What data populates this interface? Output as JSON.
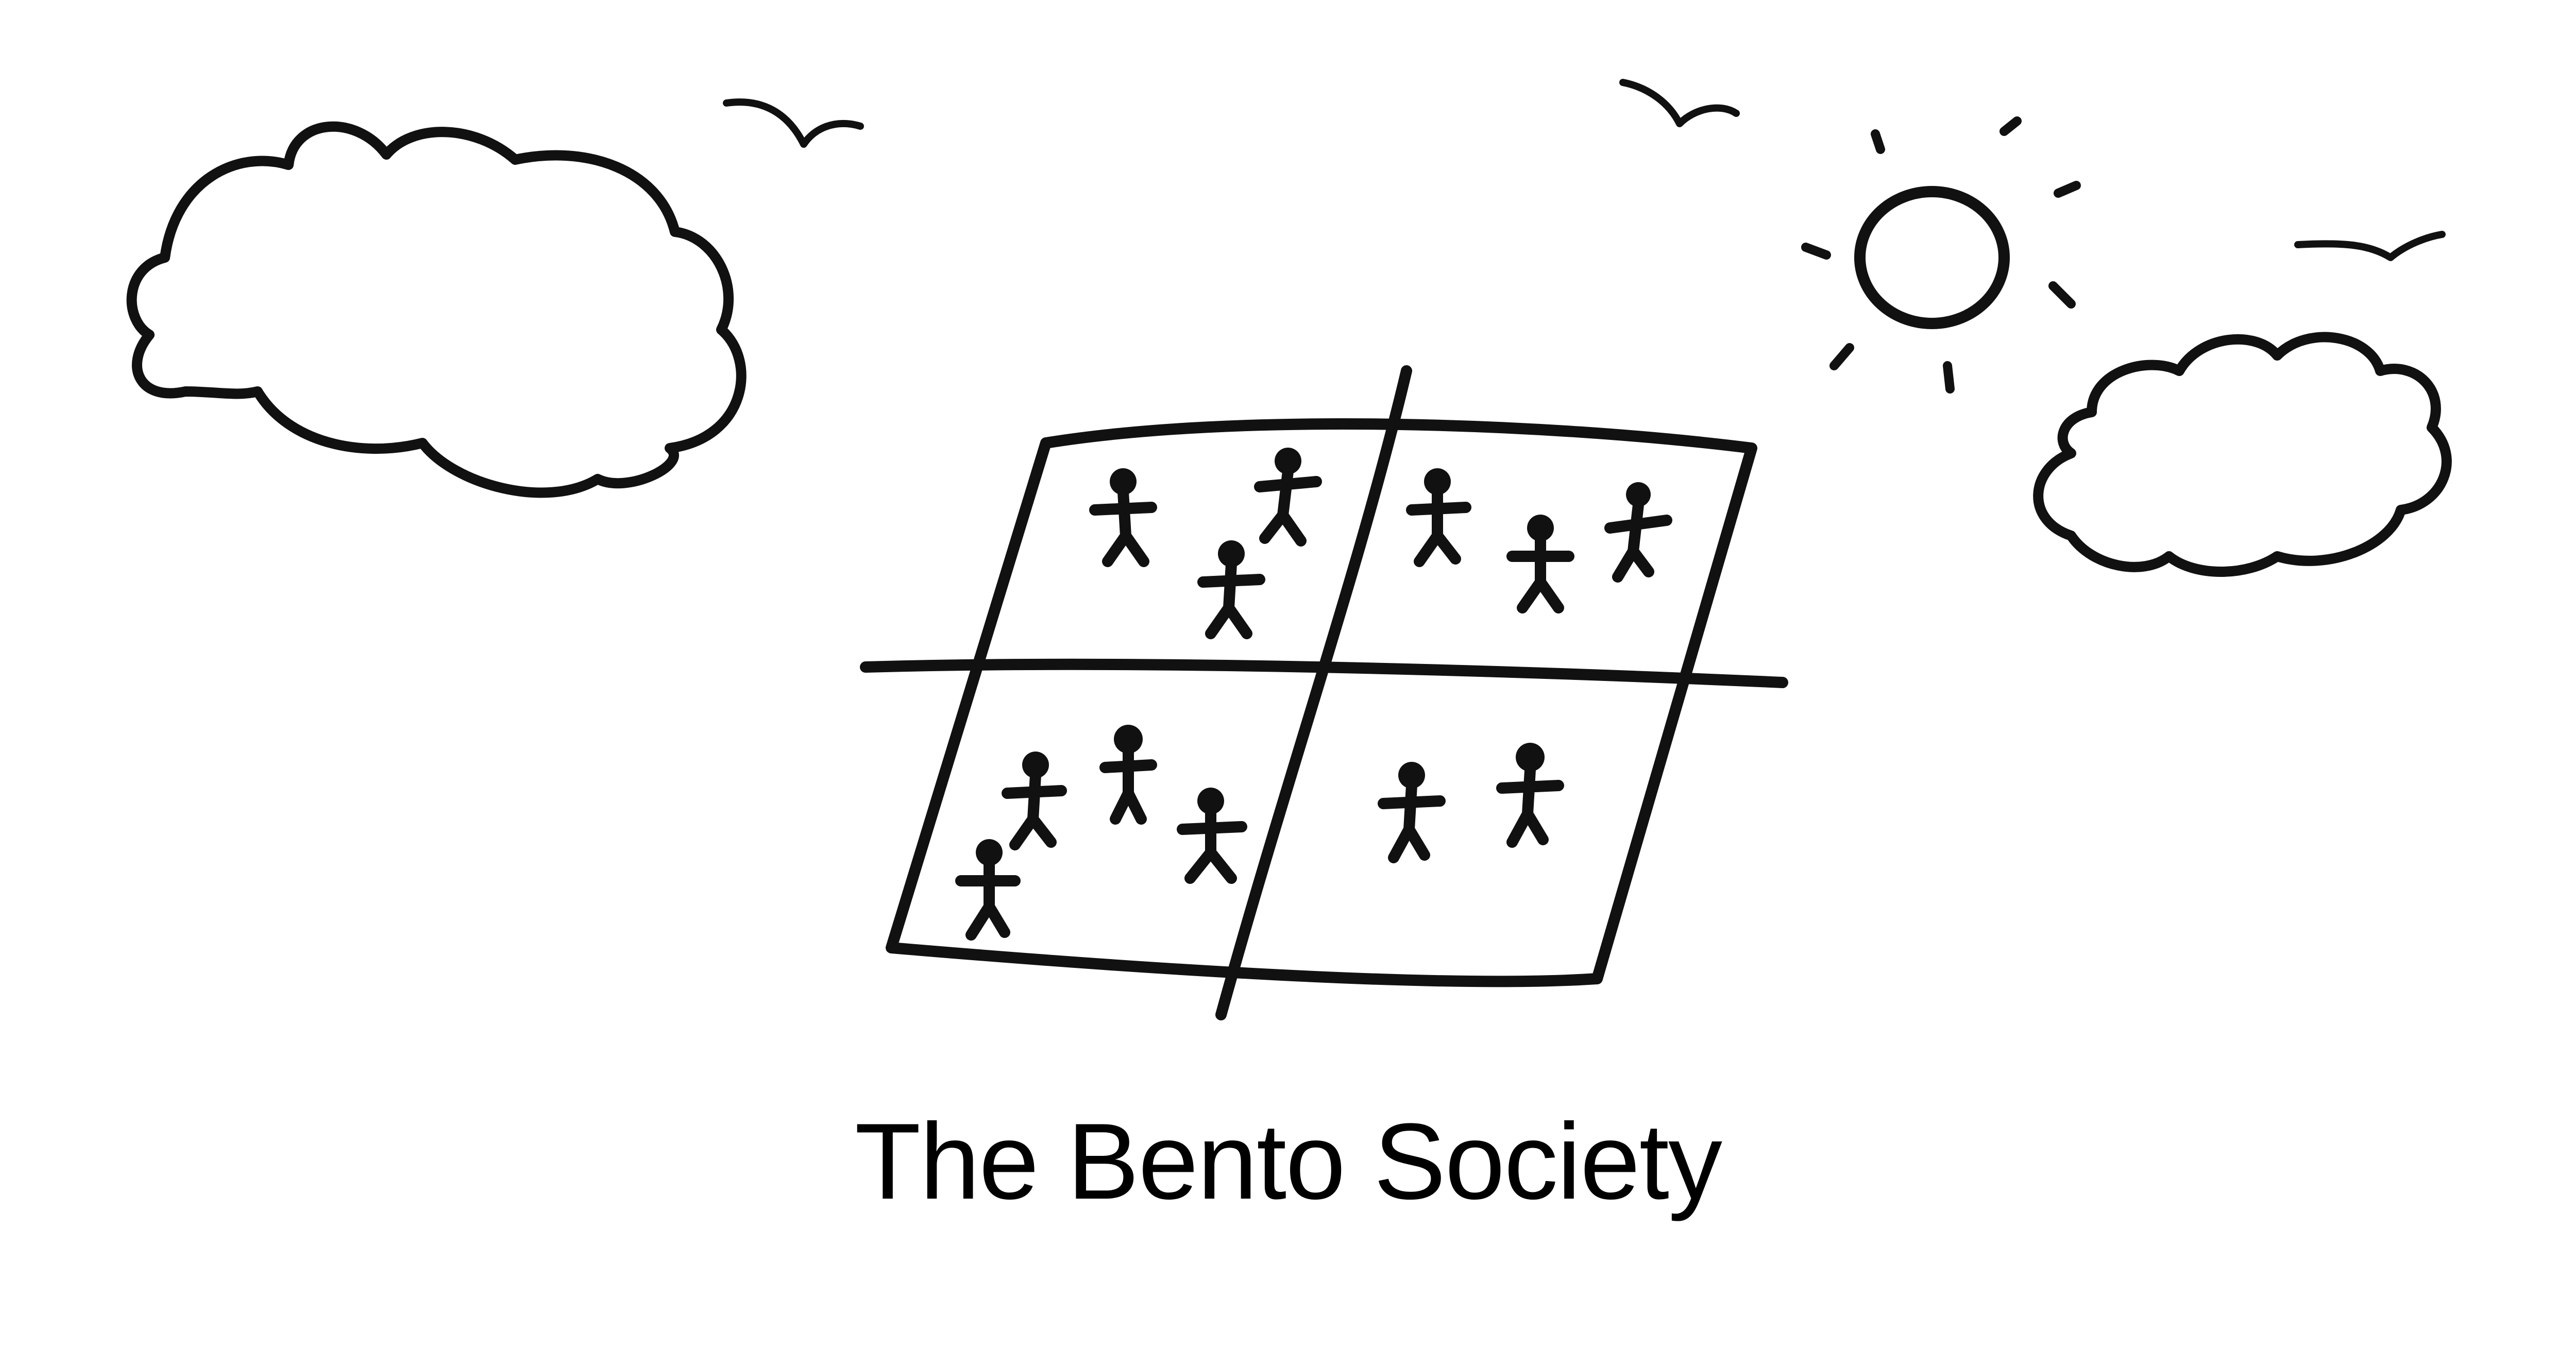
{
  "caption": "The Bento Society",
  "illustration": {
    "style": "hand-drawn ink sketch",
    "ink_color": "#111111",
    "background_color": "#ffffff",
    "elements": [
      "cloud-icon",
      "bird-icon",
      "sun-icon",
      "grid-icon",
      "person-icon"
    ],
    "grid": {
      "quadrants": 4,
      "people_per_quadrant": [
        3,
        3,
        4,
        2
      ]
    }
  }
}
